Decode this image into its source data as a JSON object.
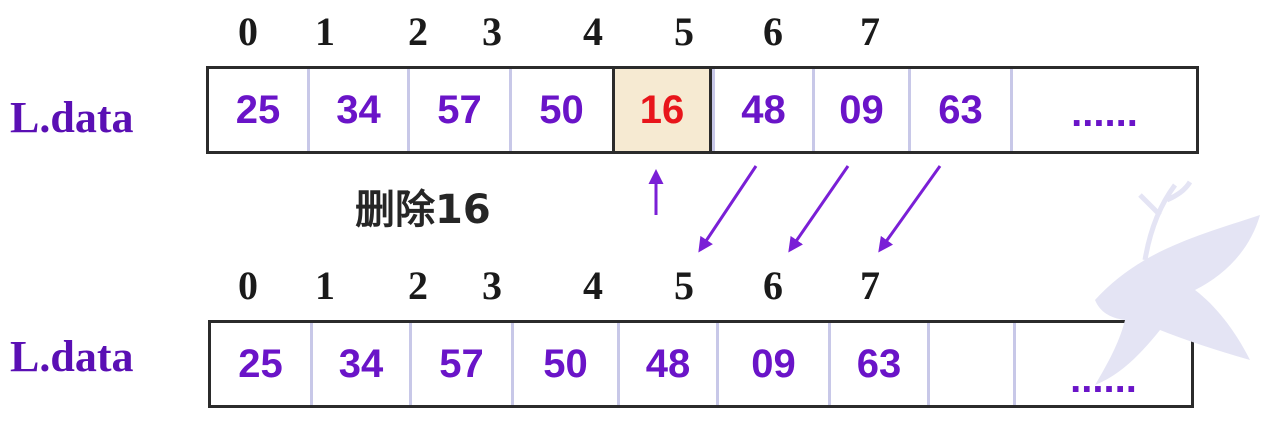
{
  "top": {
    "label": "L.data",
    "indices": [
      "0",
      "1",
      "2",
      "3",
      "4",
      "5",
      "6",
      "7"
    ],
    "cells": [
      "25",
      "34",
      "57",
      "50",
      "16",
      "48",
      "09",
      "63"
    ],
    "ellipsis": "......",
    "highlight_index": 4
  },
  "caption": "删除16",
  "bottom": {
    "label": "L.data",
    "indices": [
      "0",
      "1",
      "2",
      "3",
      "4",
      "5",
      "6",
      "7"
    ],
    "cells": [
      "25",
      "34",
      "57",
      "50",
      "48",
      "09",
      "63",
      ""
    ],
    "ellipsis": "......"
  },
  "colors": {
    "value_text": "#6a14c8",
    "label_text": "#5a0fb4",
    "highlight_text": "#e8151b",
    "highlight_bg": "#f6ead2",
    "arrow": "#7a1fd6"
  }
}
